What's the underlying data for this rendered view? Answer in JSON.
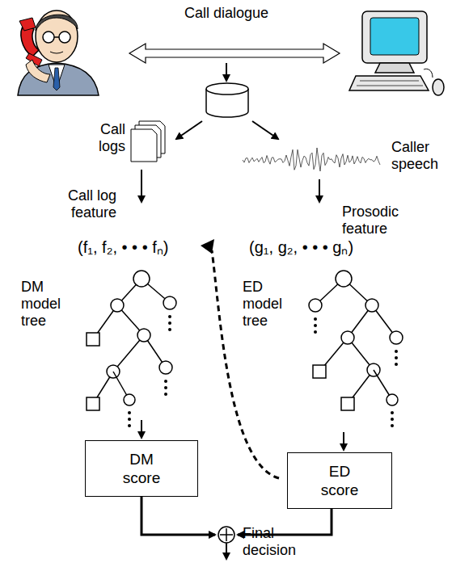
{
  "diagram": {
    "nodes": [
      {
        "text": [
          "DM score"
        ]
      },
      {
        "text": [
          "ED score"
        ]
      }
    ],
    "labels": [
      "Call dialogue",
      "Call logs",
      "Caller speech",
      "Call log feature",
      "Prosodic feature",
      "(f₁, f₂, • • •  fₙ)",
      "(g₁, g₂, • • •  gₙ)",
      "DM model tree",
      "ED model tree",
      "Final decision"
    ]
  }
}
